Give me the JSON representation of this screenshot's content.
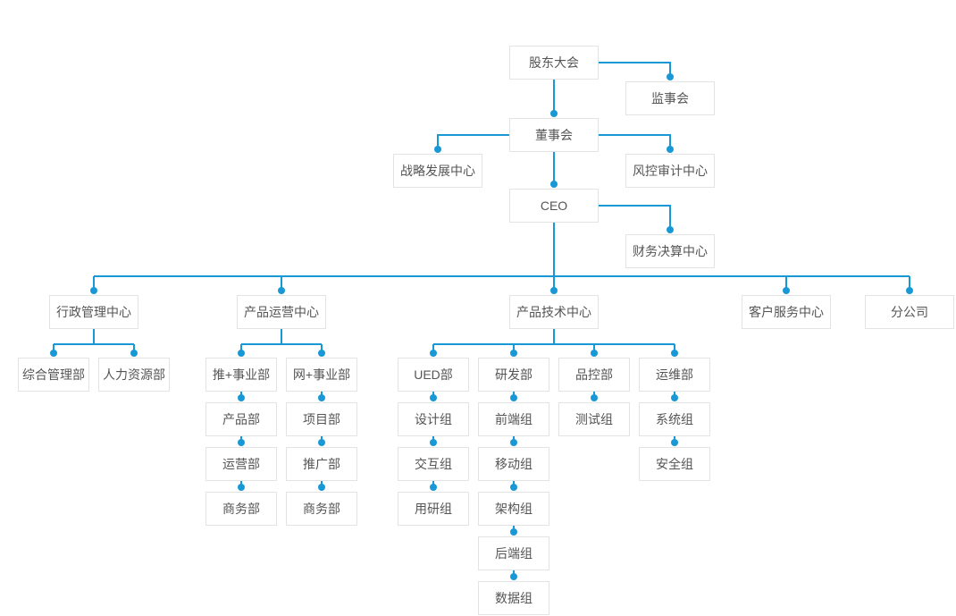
{
  "chart_title": "",
  "colors": {
    "connector_line": "#1898d5",
    "connector_dot": "#1898d5",
    "node_border": "#e3e3e3",
    "node_background": "#ffffff",
    "node_text": "#555555",
    "page_background": "#ffffff"
  },
  "nodes": {
    "shareholders": {
      "label": "股东大会"
    },
    "supervisory_board": {
      "label": "监事会"
    },
    "board": {
      "label": "董事会"
    },
    "strategy_center": {
      "label": "战略发展中心"
    },
    "risk_audit_center": {
      "label": "风控审计中心"
    },
    "ceo": {
      "label": "CEO"
    },
    "finance_center": {
      "label": "财务决算中心"
    },
    "admin_center": {
      "label": "行政管理中心"
    },
    "product_ops_center": {
      "label": "产品运营中心"
    },
    "product_tech_center": {
      "label": "产品技术中心"
    },
    "customer_service_center": {
      "label": "客户服务中心"
    },
    "branch_company": {
      "label": "分公司"
    },
    "general_mgmt_dept": {
      "label": "综合管理部"
    },
    "hr_dept": {
      "label": "人力资源部"
    },
    "tui_division": {
      "label": "推+事业部"
    },
    "wang_division": {
      "label": "网+事业部"
    },
    "product_dept": {
      "label": "产品部"
    },
    "project_dept": {
      "label": "项目部"
    },
    "operations_dept": {
      "label": "运营部"
    },
    "promotion_dept": {
      "label": "推广部"
    },
    "business_dept_tui": {
      "label": "商务部"
    },
    "business_dept_wang": {
      "label": "商务部"
    },
    "ued_dept": {
      "label": "UED部"
    },
    "rd_dept": {
      "label": "研发部"
    },
    "qc_dept": {
      "label": "品控部"
    },
    "om_dept": {
      "label": "运维部"
    },
    "design_team": {
      "label": "设计组"
    },
    "frontend_team": {
      "label": "前端组"
    },
    "test_team": {
      "label": "测试组"
    },
    "system_team": {
      "label": "系统组"
    },
    "interaction_team": {
      "label": "交互组"
    },
    "mobile_team": {
      "label": "移动组"
    },
    "security_team": {
      "label": "安全组"
    },
    "research_team": {
      "label": "用研组"
    },
    "architecture_team": {
      "label": "架构组"
    },
    "backend_team": {
      "label": "后端组"
    },
    "data_team": {
      "label": "数据组"
    }
  },
  "edges": [
    {
      "from": "shareholders",
      "to": "supervisory_board"
    },
    {
      "from": "shareholders",
      "to": "board"
    },
    {
      "from": "board",
      "to": "strategy_center"
    },
    {
      "from": "board",
      "to": "risk_audit_center"
    },
    {
      "from": "board",
      "to": "ceo"
    },
    {
      "from": "ceo",
      "to": "finance_center"
    },
    {
      "from": "ceo",
      "to": "admin_center"
    },
    {
      "from": "ceo",
      "to": "product_ops_center"
    },
    {
      "from": "ceo",
      "to": "product_tech_center"
    },
    {
      "from": "ceo",
      "to": "customer_service_center"
    },
    {
      "from": "ceo",
      "to": "branch_company"
    },
    {
      "from": "admin_center",
      "to": "general_mgmt_dept"
    },
    {
      "from": "admin_center",
      "to": "hr_dept"
    },
    {
      "from": "product_ops_center",
      "to": "tui_division"
    },
    {
      "from": "product_ops_center",
      "to": "wang_division"
    },
    {
      "from": "tui_division",
      "to": "product_dept"
    },
    {
      "from": "product_dept",
      "to": "operations_dept"
    },
    {
      "from": "operations_dept",
      "to": "business_dept_tui"
    },
    {
      "from": "wang_division",
      "to": "project_dept"
    },
    {
      "from": "project_dept",
      "to": "promotion_dept"
    },
    {
      "from": "promotion_dept",
      "to": "business_dept_wang"
    },
    {
      "from": "product_tech_center",
      "to": "ued_dept"
    },
    {
      "from": "product_tech_center",
      "to": "rd_dept"
    },
    {
      "from": "product_tech_center",
      "to": "qc_dept"
    },
    {
      "from": "product_tech_center",
      "to": "om_dept"
    },
    {
      "from": "ued_dept",
      "to": "design_team"
    },
    {
      "from": "design_team",
      "to": "interaction_team"
    },
    {
      "from": "interaction_team",
      "to": "research_team"
    },
    {
      "from": "rd_dept",
      "to": "frontend_team"
    },
    {
      "from": "frontend_team",
      "to": "mobile_team"
    },
    {
      "from": "mobile_team",
      "to": "architecture_team"
    },
    {
      "from": "architecture_team",
      "to": "backend_team"
    },
    {
      "from": "backend_team",
      "to": "data_team"
    },
    {
      "from": "qc_dept",
      "to": "test_team"
    },
    {
      "from": "om_dept",
      "to": "system_team"
    },
    {
      "from": "system_team",
      "to": "security_team"
    }
  ]
}
